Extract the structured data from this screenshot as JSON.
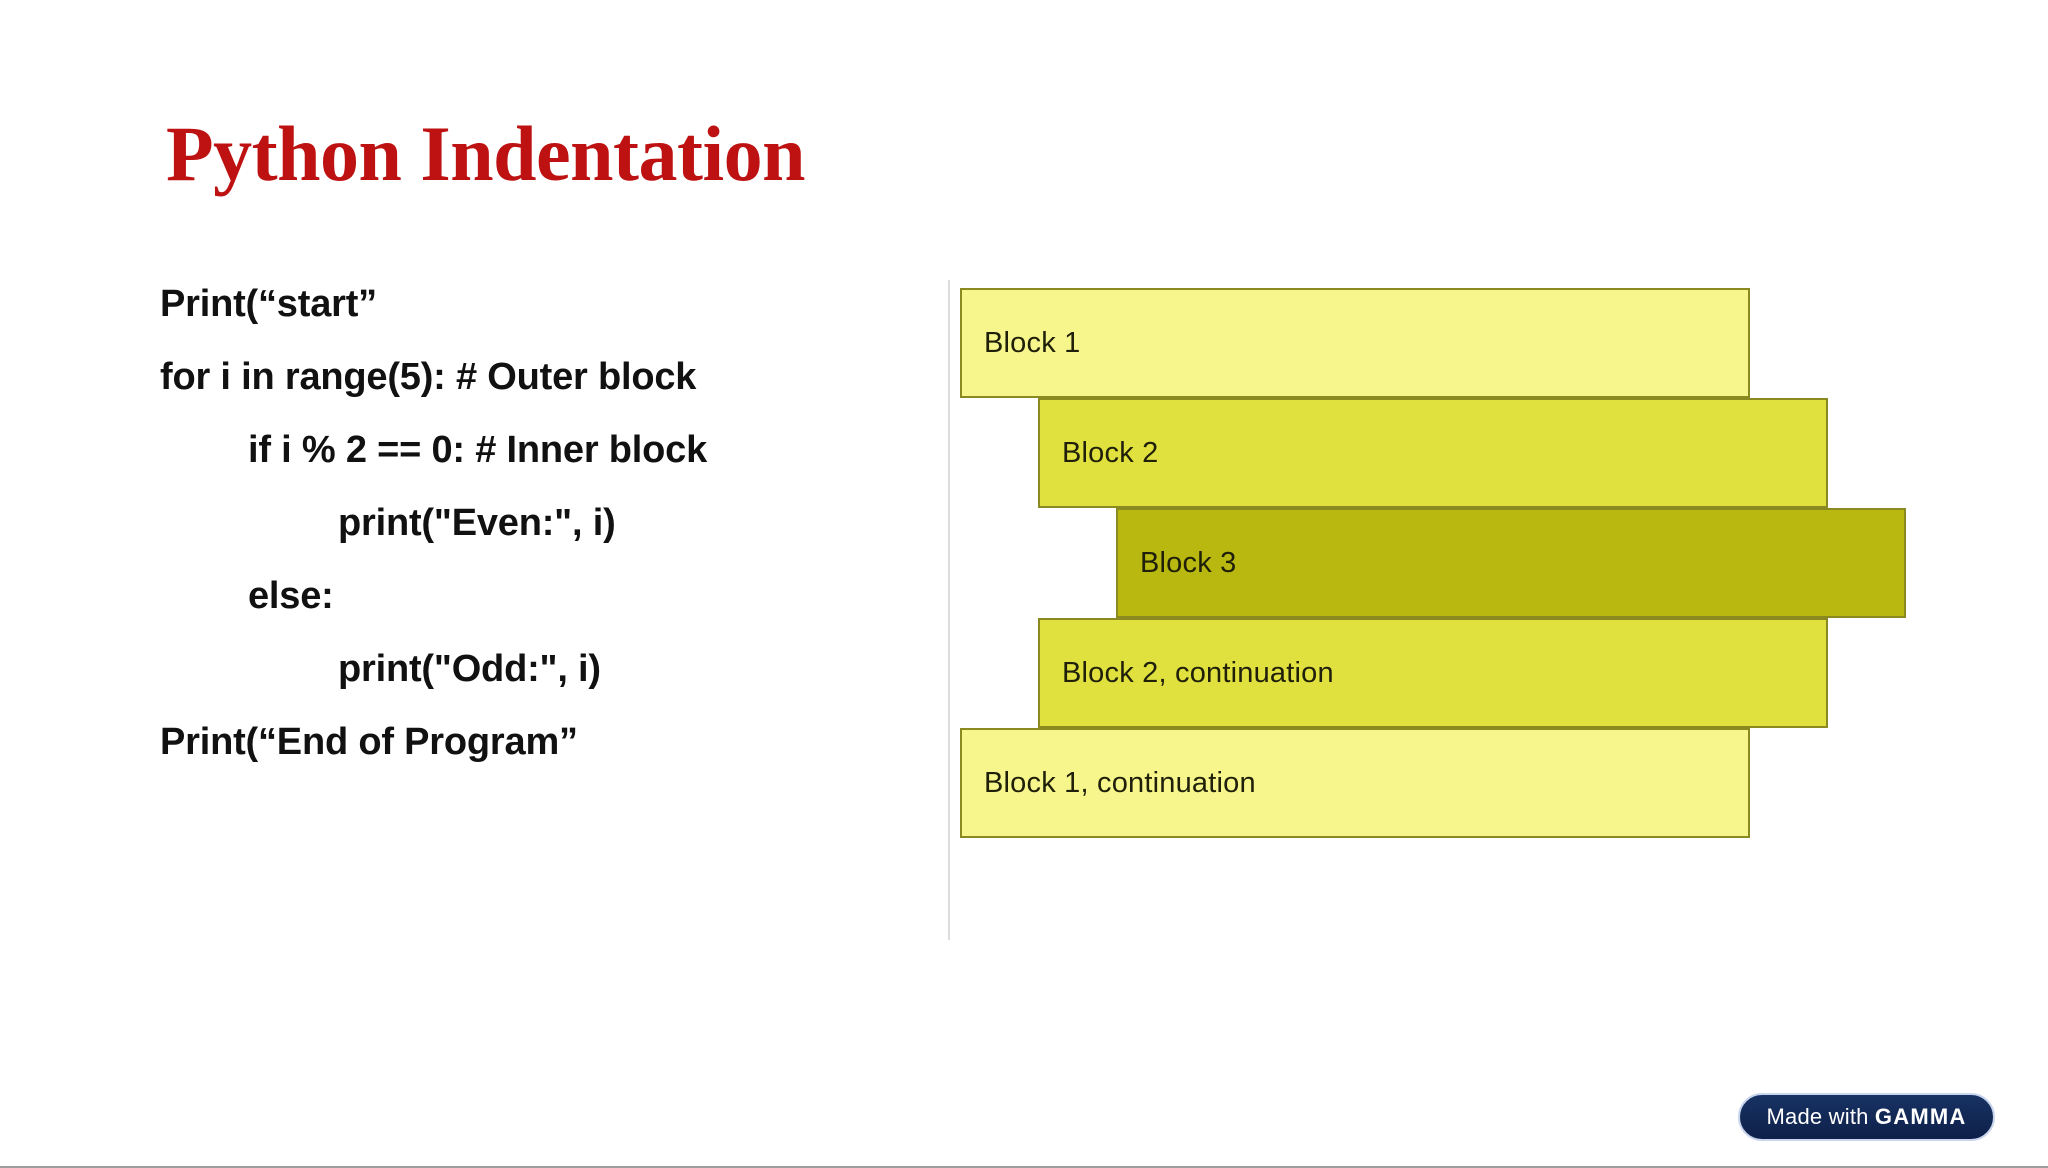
{
  "slide": {
    "title": "Python Indentation",
    "title_color": "#BE1212",
    "background_color": "#FFFFFF"
  },
  "code": {
    "lines": [
      {
        "text": "Print(“start”",
        "indent": 0
      },
      {
        "text": "for i in range(5): # Outer block",
        "indent": 0
      },
      {
        "text": "if i % 2 == 0: # Inner block",
        "indent": 1
      },
      {
        "text": "print(\"Even:\", i)",
        "indent": 2
      },
      {
        "text": "else:",
        "indent": 1
      },
      {
        "text": "print(\"Odd:\", i)",
        "indent": 2
      },
      {
        "text": "Print(“End of Program”",
        "indent": 0
      }
    ]
  },
  "diagram": {
    "blocks": [
      {
        "label": "Block 1",
        "fill": "#F6F68C",
        "border": "#8A8A20",
        "level": 0
      },
      {
        "label": "Block 2",
        "fill": "#E0E03F",
        "border": "#8A8A20",
        "level": 1
      },
      {
        "label": "Block 3",
        "fill": "#B8B810",
        "border": "#8A8A20",
        "level": 2
      },
      {
        "label": "Block 2, continuation",
        "fill": "#E0E03F",
        "border": "#8A8A20",
        "level": 1
      },
      {
        "label": "Block 1, continuation",
        "fill": "#F6F68C",
        "border": "#8A8A20",
        "level": 0
      }
    ]
  },
  "badge": {
    "prefix": "Made with ",
    "brand": "GAMMA",
    "background_color": "#143063",
    "text_color": "#FFFFFF"
  }
}
